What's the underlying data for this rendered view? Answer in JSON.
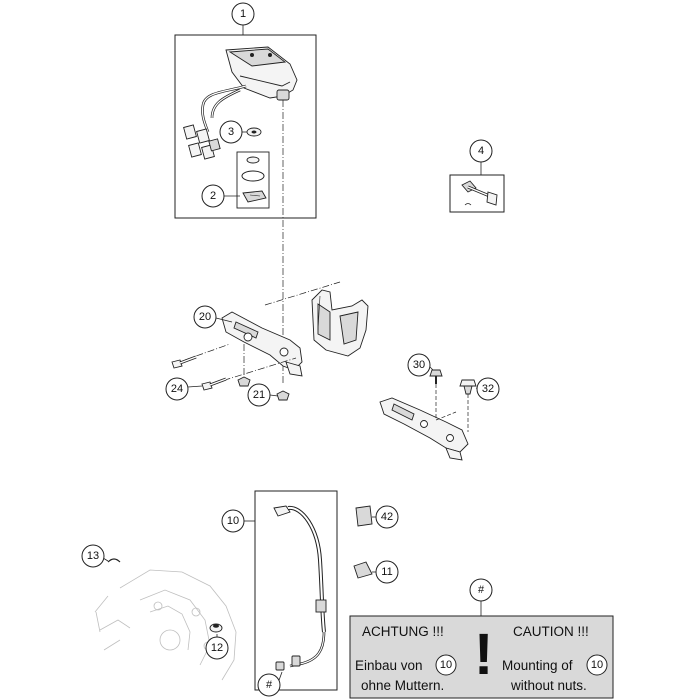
{
  "callouts": [
    {
      "label": "1"
    },
    {
      "label": "2"
    },
    {
      "label": "3"
    },
    {
      "label": "4"
    },
    {
      "label": "20"
    },
    {
      "label": "24"
    },
    {
      "label": "21"
    },
    {
      "label": "30"
    },
    {
      "label": "32"
    },
    {
      "label": "10"
    },
    {
      "label": "42"
    },
    {
      "label": "11"
    },
    {
      "label": "13"
    },
    {
      "label": "12"
    },
    {
      "label": "#"
    },
    {
      "label": "#"
    }
  ],
  "warning": {
    "left_heading": "ACHTUNG !!!",
    "right_heading": "CAUTION !!!",
    "left_line1": "Einbau von",
    "left_line2": "ohne Muttern.",
    "right_line1": "Mounting of",
    "right_line2": "without nuts.",
    "ref_label": "10",
    "exclamation": "!",
    "background_color": "#d9d9d9"
  },
  "colors": {
    "stroke": "#222222",
    "part_fill": "#f4f4f4",
    "ghost": "#bfbfbf"
  }
}
